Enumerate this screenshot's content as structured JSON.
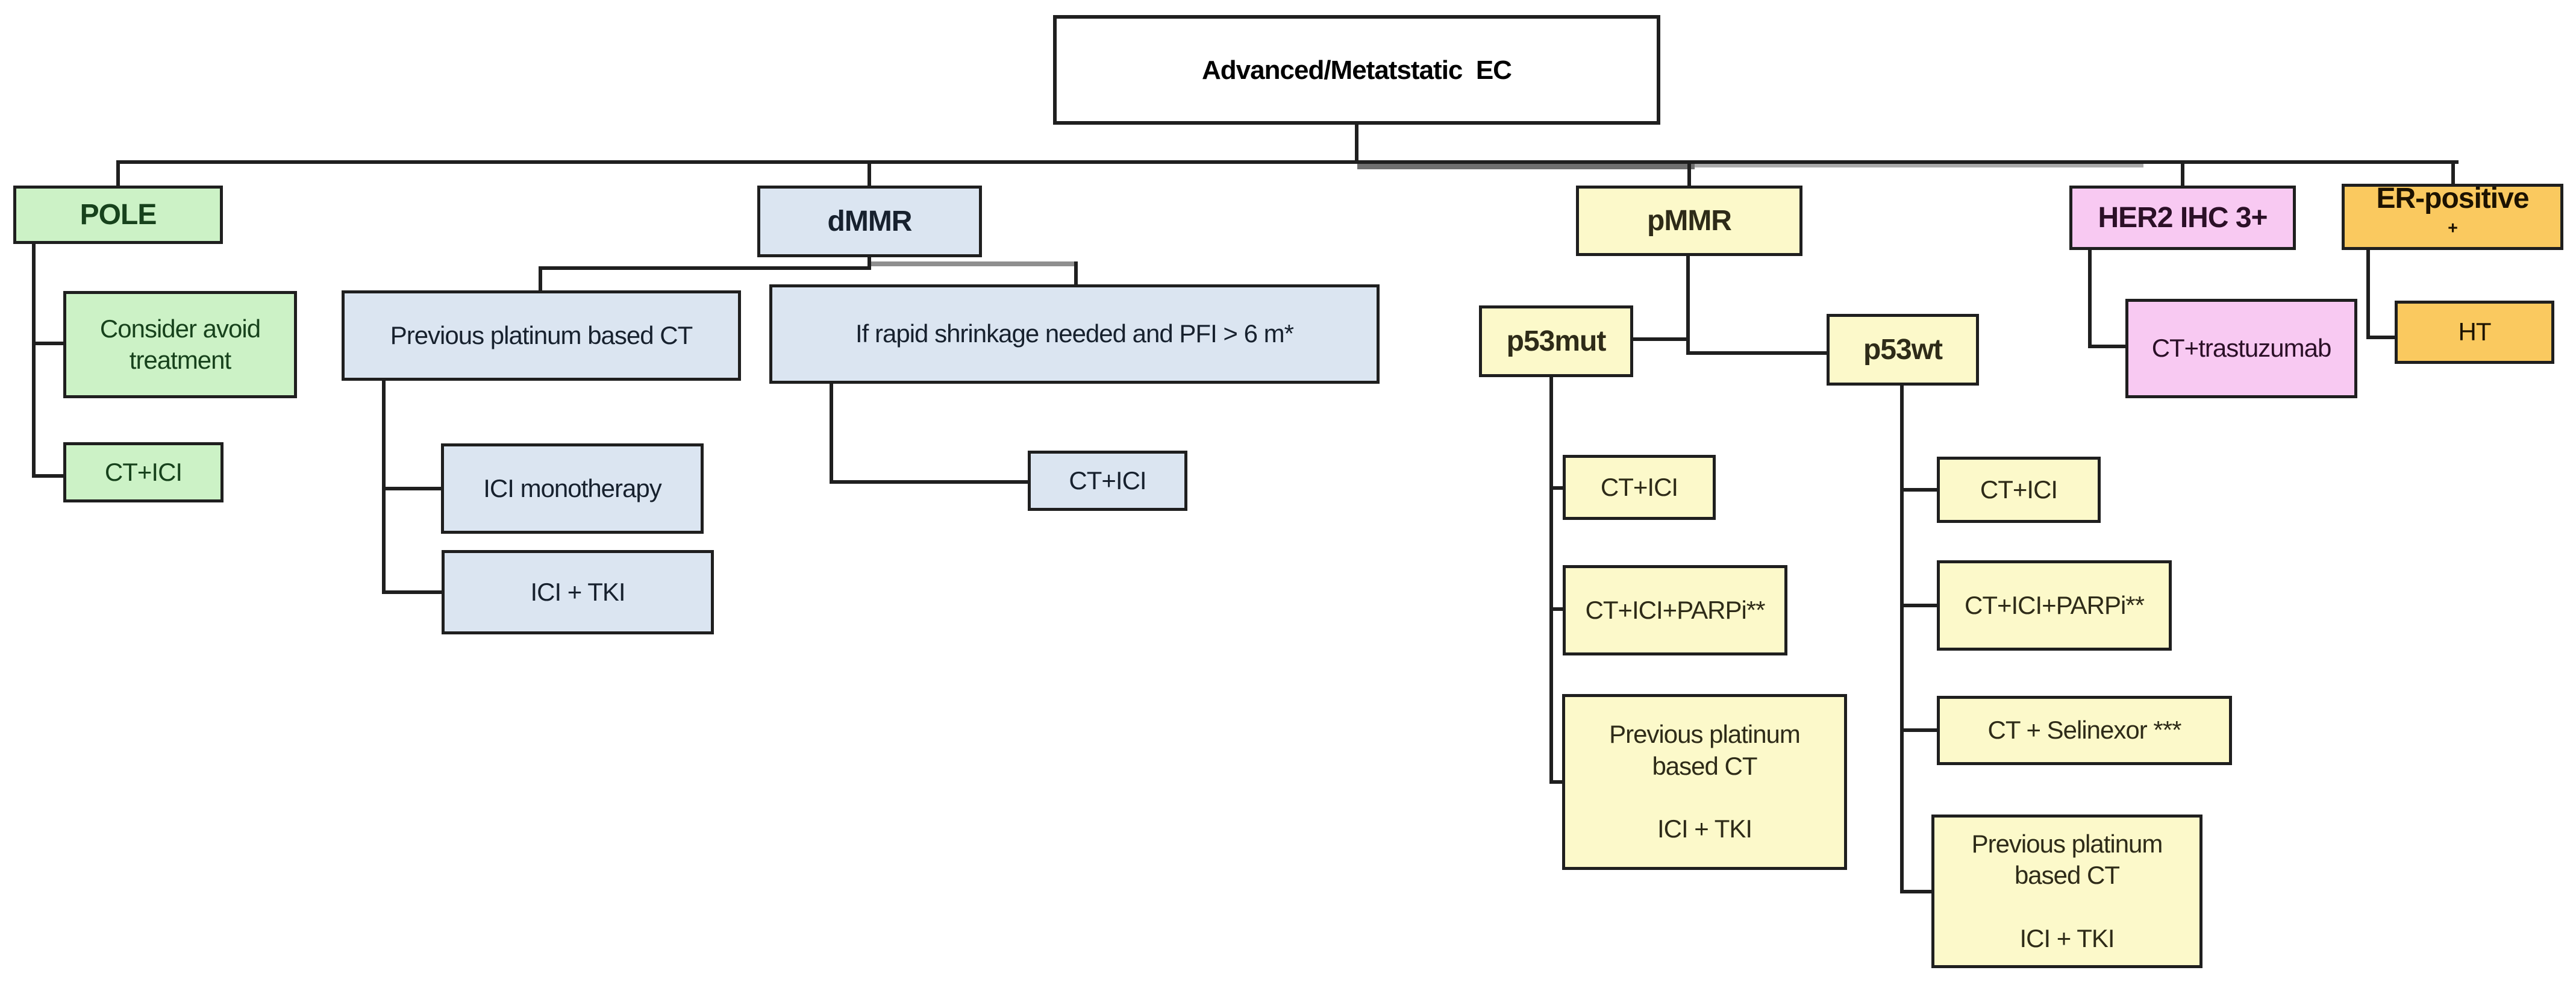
{
  "root": {
    "label": "Advanced/Metatstatic  EC"
  },
  "branches": {
    "pole": {
      "label": "POLE",
      "consider": "Consider avoid treatment",
      "ct_ici": "CT+ICI"
    },
    "dmmr": {
      "label": "dMMR",
      "prev_platinum": "Previous platinum based CT",
      "rapid": "If rapid shrinkage needed and PFI > 6 m*",
      "ici_mono": "ICI monotherapy",
      "ici_tki": "ICI + TKI",
      "rapid_ct_ici": "CT+ICI"
    },
    "pmmr": {
      "label": "pMMR",
      "p53mut": {
        "label": "p53mut",
        "ct_ici": "CT+ICI",
        "parpi": "CT+ICI+PARPi**",
        "prev_line1": "Previous platinum based CT",
        "prev_line2": "ICI + TKI"
      },
      "p53wt": {
        "label": "p53wt",
        "ct_ici": "CT+ICI",
        "parpi": "CT+ICI+PARPi**",
        "selinexor": "CT + Selinexor ***",
        "prev_line1": "Previous platinum based CT",
        "prev_line2": "ICI + TKI"
      }
    },
    "her2": {
      "label": "HER2 IHC 3+",
      "ct_trastuzumab": "CT+trastuzumab"
    },
    "er": {
      "label": "ER-positive",
      "label_sup": "+",
      "ht": "HT"
    }
  },
  "colors": {
    "line": "#1f1f1f",
    "root_fill": "#ffffff",
    "green_fill": "#ccf2c6",
    "green_text": "#17421c",
    "blue_fill": "#dbe5f1",
    "blue_text": "#17212e",
    "yellow_fill": "#fcf9ca",
    "yellow_text": "#2e2b18",
    "pink_fill": "#f8c9f2",
    "pink_text": "#2b1027",
    "orange_fill": "#fac95f",
    "orange_text": "#1c1200"
  }
}
